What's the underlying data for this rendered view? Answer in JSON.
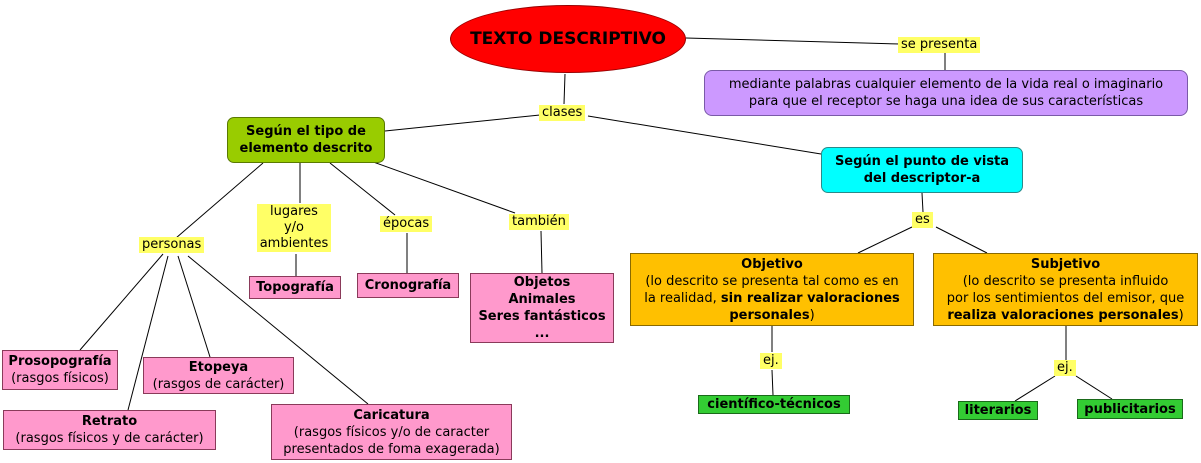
{
  "title": "TEXTO DESCRIPTIVO",
  "definition": {
    "line1": "mediante palabras cualquier elemento de la vida real o imaginario",
    "line2": "para que el receptor se haga una idea de sus características"
  },
  "links": {
    "se_presenta": "se presenta",
    "clases": "clases",
    "personas": "personas",
    "lugares_l1": "lugares",
    "lugares_l2": "y/o",
    "lugares_l3": "ambientes",
    "epocas": "épocas",
    "tambien": "también",
    "es": "es",
    "ej_obj": "ej.",
    "ej_subj": "ej."
  },
  "tipo": {
    "line1": "Según el tipo de",
    "line2": "elemento descrito"
  },
  "punto": {
    "line1": "Según el punto de vista",
    "line2": "del descriptor-a"
  },
  "topografia": "Topografía",
  "cronografia": "Cronografía",
  "objetos": {
    "l1": "Objetos",
    "l2": "Animales",
    "l3": "Seres fantásticos",
    "l4": "..."
  },
  "prosopografia": {
    "name": "Prosopografía",
    "desc": "(rasgos físicos)"
  },
  "etopeya": {
    "name": "Etopeya",
    "desc": "(rasgos de carácter)"
  },
  "retrato": {
    "name": "Retrato",
    "desc": "(rasgos físicos y de carácter)"
  },
  "caricatura": {
    "name": "Caricatura",
    "desc1": "(rasgos físicos y/o de caracter",
    "desc2": "presentados de foma exagerada)"
  },
  "objetivo": {
    "name": "Objetivo",
    "l1": "(lo descrito se presenta tal como es en",
    "l2a": "la realidad, ",
    "l2b": "sin realizar valoraciones",
    "l3a": "personales",
    "l3b": ")"
  },
  "subjetivo": {
    "name": "Subjetivo",
    "l1": "(lo descrito se presenta influido",
    "l2": "por los sentimientos del emisor, que",
    "l3a": "realiza valoraciones personales",
    "l3b": ")"
  },
  "cientifico": "científico-técnicos",
  "literarios": "literarios",
  "publicitarios": "publicitarios"
}
